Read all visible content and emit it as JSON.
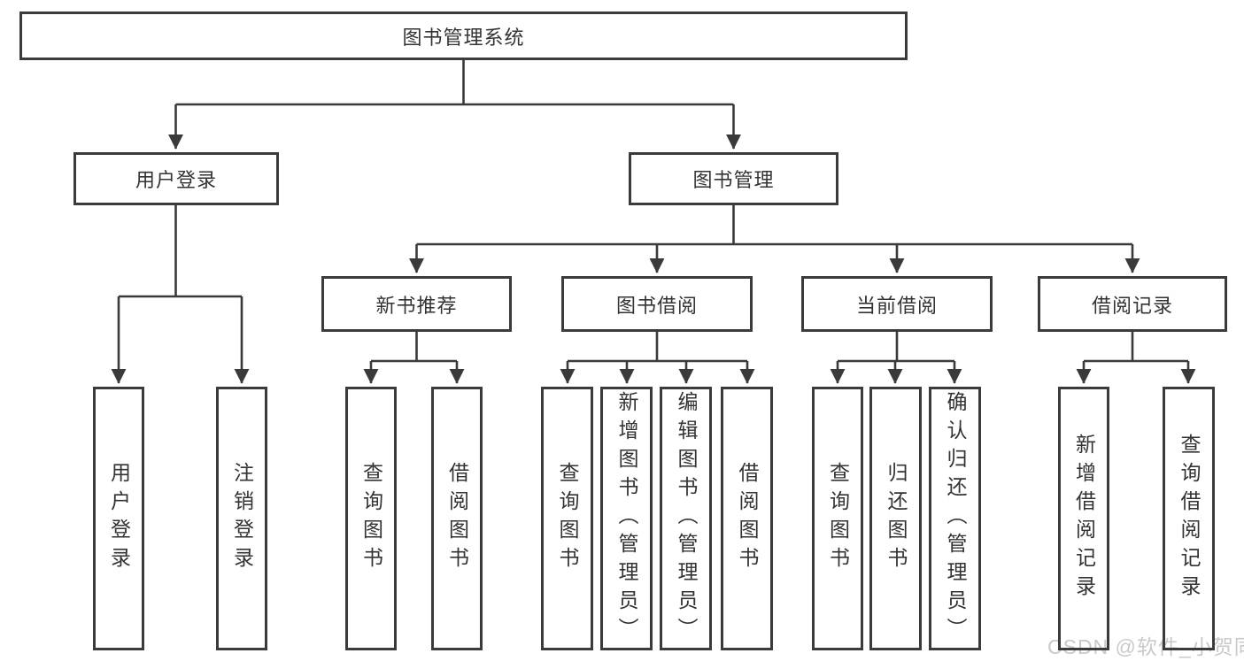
{
  "diagram": {
    "root": {
      "label": "图书管理系统"
    },
    "branches": [
      {
        "label": "用户登录",
        "children": [
          {
            "label": "用户登录"
          },
          {
            "label": "注销登录"
          }
        ]
      },
      {
        "label": "图书管理",
        "children": [
          {
            "label": "新书推荐",
            "children": [
              {
                "label": "查询图书"
              },
              {
                "label": "借阅图书"
              }
            ]
          },
          {
            "label": "图书借阅",
            "children": [
              {
                "label": "查询图书"
              },
              {
                "label": "新增图书（管理员）"
              },
              {
                "label": "编辑图书（管理员）"
              },
              {
                "label": "借阅图书"
              }
            ]
          },
          {
            "label": "当前借阅",
            "children": [
              {
                "label": "查询图书"
              },
              {
                "label": "归还图书"
              },
              {
                "label": "确认归还（管理员）"
              }
            ]
          },
          {
            "label": "借阅记录",
            "children": [
              {
                "label": "新增借阅记录"
              },
              {
                "label": "查询借阅记录"
              }
            ]
          }
        ]
      }
    ],
    "watermark": "CSDN @软件_小贺同学",
    "colors": {
      "border": "#3b3b3b",
      "text": "#333333",
      "connector": "#3a3a3a",
      "watermark": "#c9c9c9",
      "background": "#ffffff"
    }
  }
}
